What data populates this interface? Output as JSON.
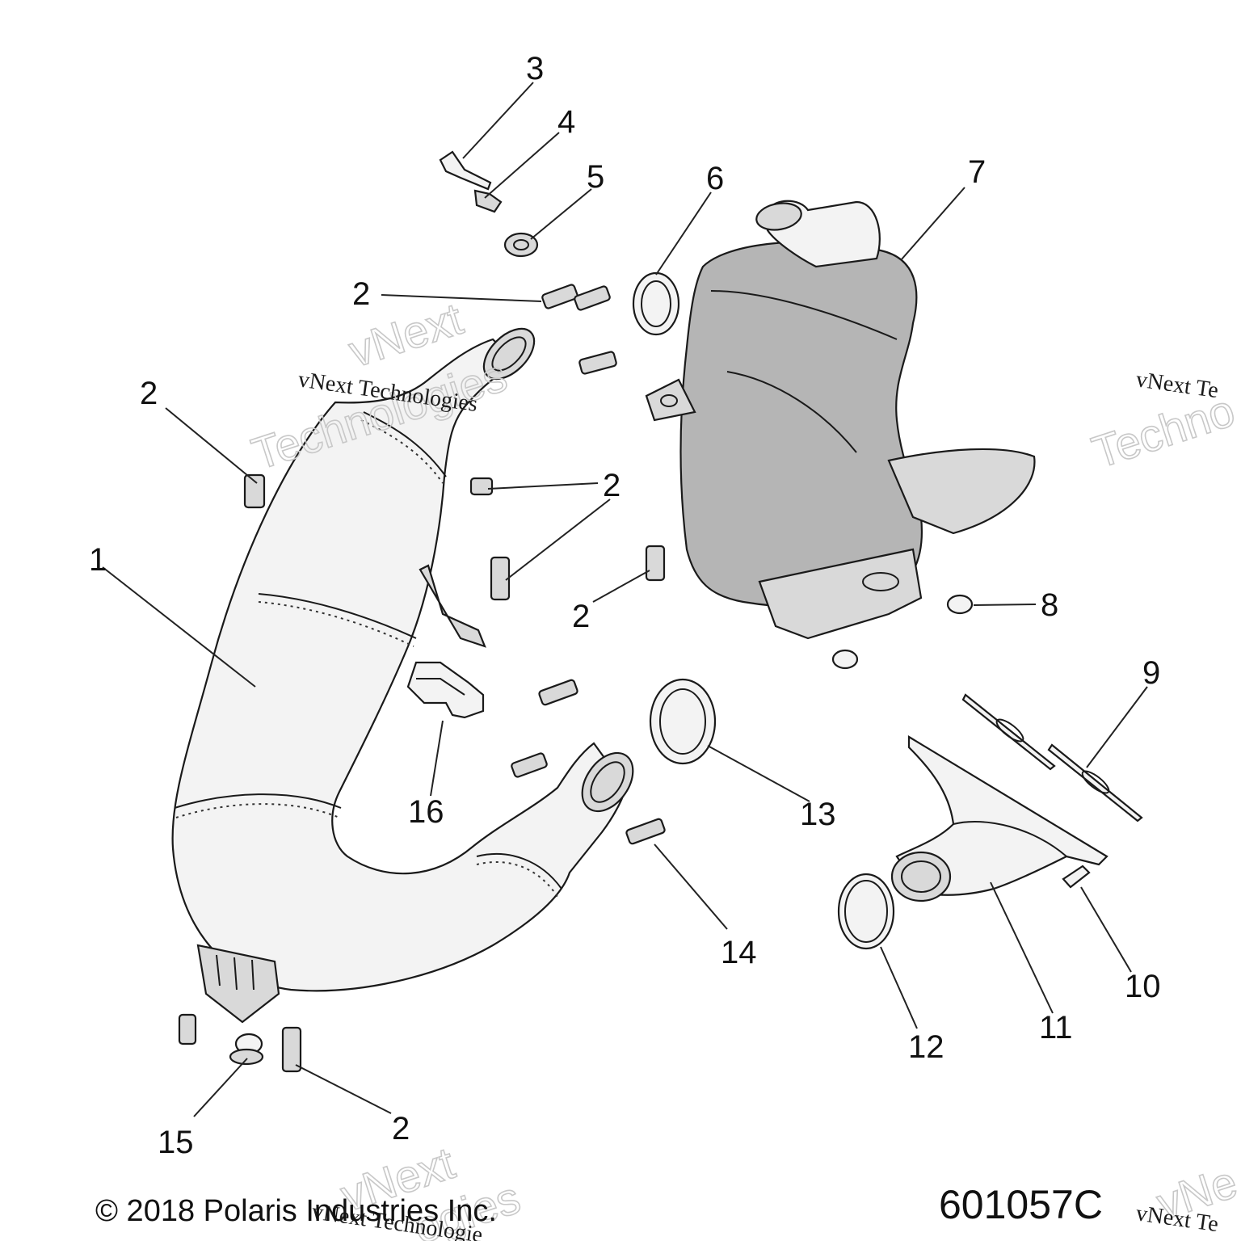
{
  "callouts": {
    "c1": "1",
    "c2a": "2",
    "c2b": "2",
    "c2c": "2",
    "c2d": "2",
    "c2e": "2",
    "c3": "3",
    "c4": "4",
    "c5": "5",
    "c6": "6",
    "c7": "7",
    "c8": "8",
    "c9": "9",
    "c10": "10",
    "c11": "11",
    "c12": "12",
    "c13": "13",
    "c14": "14",
    "c15": "15",
    "c16": "16"
  },
  "watermarks": {
    "line1": "vNext Technologies",
    "line2": "vNext",
    "line3": "Technologies",
    "corner_right_line1": "vNext Te",
    "corner_right_line2": "Techno",
    "corner_bottom_line1": "vNext Technologie",
    "corner_bottom_line2": "vNext",
    "corner_bottom_line3": "ogies",
    "corner_br_line1": "vNext Te",
    "corner_br_line2": "vNe"
  },
  "footer": {
    "copyright": "© 2018 Polaris Industries Inc.",
    "figure_number": "601057C"
  }
}
